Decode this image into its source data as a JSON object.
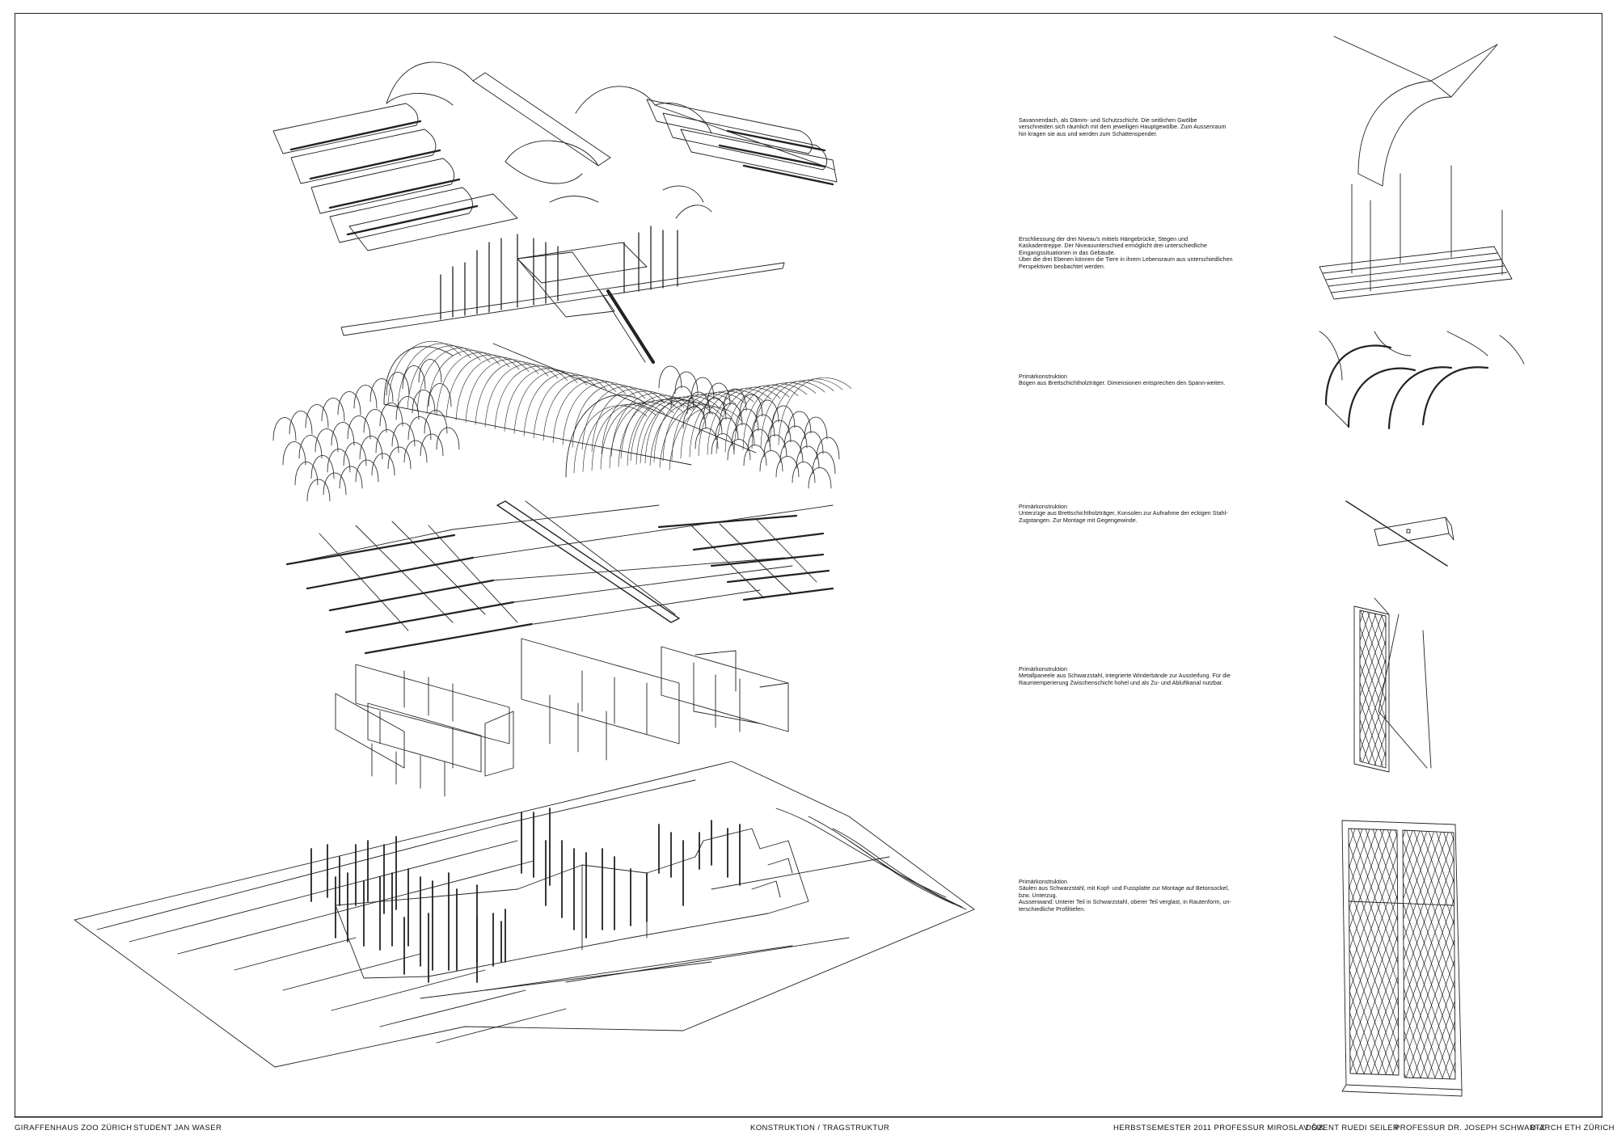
{
  "annotations": [
    {
      "heading": "",
      "body": "Savannendach, als Dämm- und Schutzschicht. Die seitlichen Gwölbe verschneiden sich räumlich mit dem jeweiligen Hauptgewölbe. Zum Aussenraum hin kragen sie aus und werden zum Schattenspender."
    },
    {
      "heading": "",
      "body": "Erschliessung der drei Niveau's mittels Hängebrücke, Stegen und Kaskadentreppe. Der Niveauunterschied ermöglicht drei unterschiedliche Eingangssituationen in das Gebäude.\nÜber die drei Ebenen können die Tiere in ihrem Lebensraum aus unterschiedlichen Perspektiven beobachtet werden."
    },
    {
      "heading": "Primärkonstruktion",
      "body": "Bogen aus Brettschichtholzträger. Dimensionen entsprechen den Spann-weiten."
    },
    {
      "heading": "Primärkonstruktion",
      "body": "Unterzüge aus Brettschichtholzträger, Konsolen zur Aufnahme der eckigen Stahl-Zugstangen. Zur Montage mit Gegengewinde."
    },
    {
      "heading": "Primärkonstruktion",
      "body": "Metallpaneele aus Schwarzstahl, integrierte Winderbände zur Aussteifung. Für die Raumtemperierung Zwischenschicht hohel und als Zu- und Abluftkanal nutzbar."
    },
    {
      "heading": "Primärkonstruktion",
      "body": "Säulen aus Schwarzstahl, mit Kopf- und Fussplatte zur Montage auf Betonsockel, bzw. Unterzug.\nAussenwand: Unterer Teil in Schwarzstahl, oberer Teil verglast, in Rautenform, un-terschiedliche Profiltiefen."
    }
  ],
  "footer": {
    "project": "GIRAFFENHAUS ZOO ZÜRICH",
    "student": "STUDENT JAN WASER",
    "topic": "KONSTRUKTION / TRAGSTRUKTUR",
    "semester": "HERBSTSEMESTER 2011  PROFESSUR MIROSLAV ŠIK",
    "dozent": "DOZENT RUEDI SEILER",
    "professor": "PROFESSUR DR. JOSEPH SCHWARTZ",
    "institute": "D-ARCH  ETH ZÜRICH"
  },
  "colors": {
    "line": "#222222",
    "background": "#ffffff"
  }
}
